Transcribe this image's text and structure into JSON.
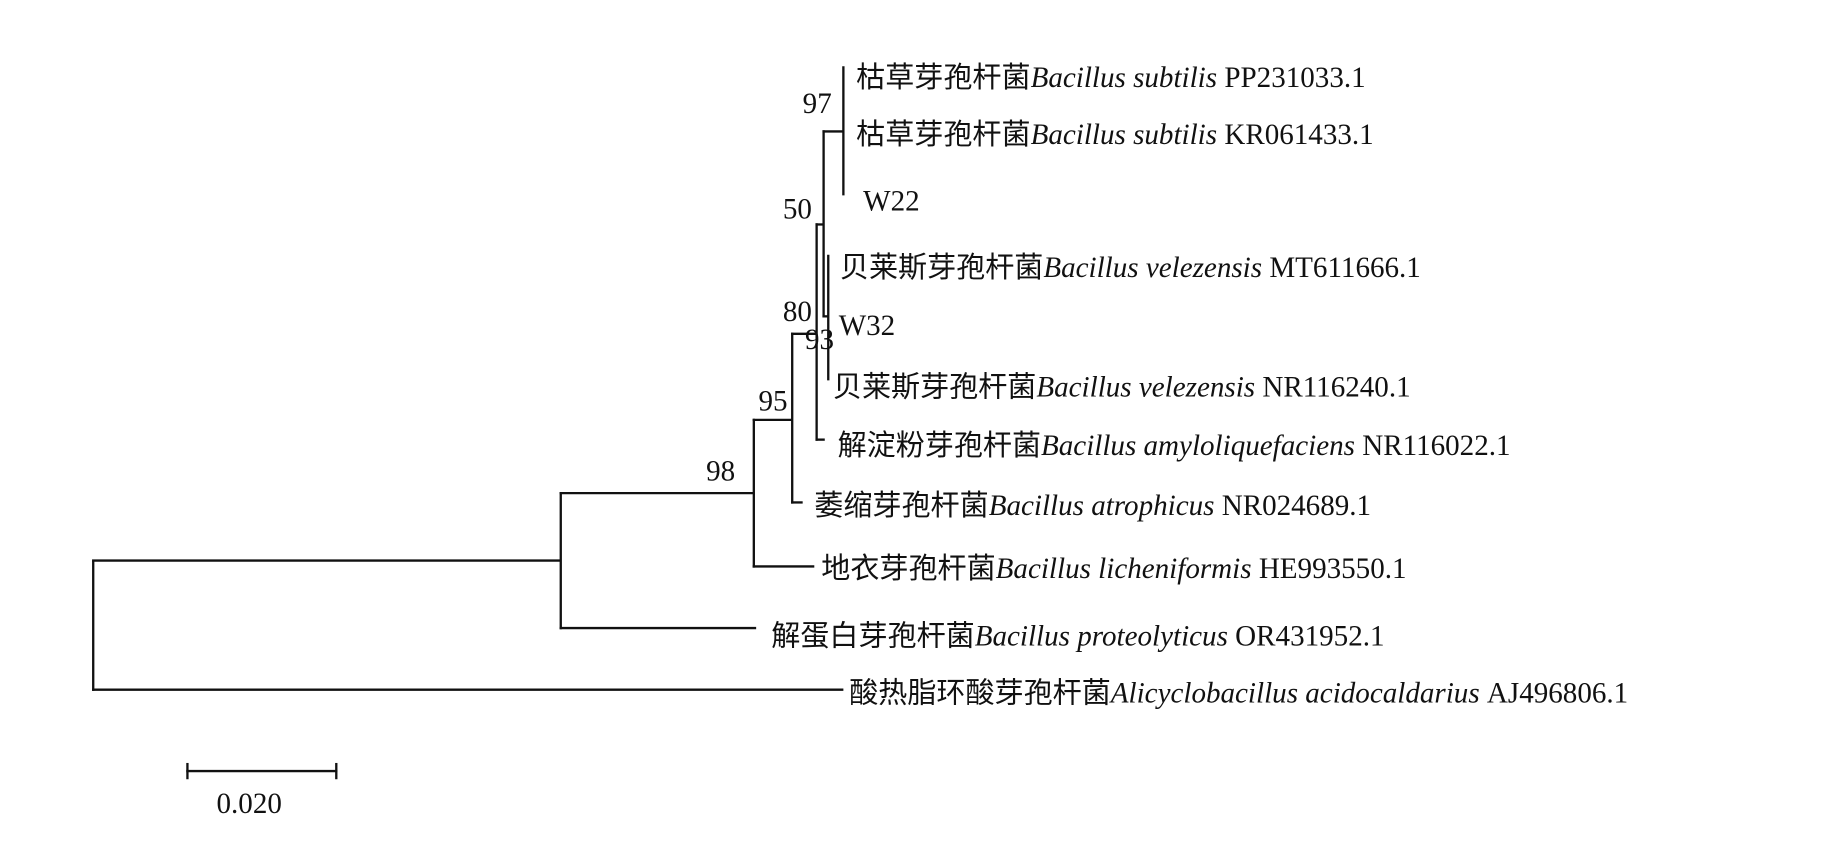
{
  "chart_data": {
    "type": "phylogenetic-tree",
    "leaves": [
      {
        "cn": "枯草芽孢杆菌",
        "species": "Bacillus subtilis",
        "acc": "PP231033.1"
      },
      {
        "cn": "枯草芽孢杆菌",
        "species": "Bacillus subtilis",
        "acc": "KR061433.1"
      },
      {
        "cn": "",
        "species": "",
        "acc": "W22"
      },
      {
        "cn": "贝莱斯芽孢杆菌",
        "species": "Bacillus velezensis",
        "acc": "MT611666.1"
      },
      {
        "cn": "",
        "species": "",
        "acc": "W32"
      },
      {
        "cn": "贝莱斯芽孢杆菌",
        "species": "Bacillus velezensis",
        "acc": "NR116240.1"
      },
      {
        "cn": "解淀粉芽孢杆菌",
        "species": "Bacillus amyloliquefaciens",
        "acc": "NR116022.1"
      },
      {
        "cn": "萎缩芽孢杆菌",
        "species": "Bacillus atrophicus",
        "acc": "NR024689.1"
      },
      {
        "cn": "地衣芽孢杆菌",
        "species": "Bacillus licheniformis",
        "acc": "HE993550.1"
      },
      {
        "cn": "解蛋白芽孢杆菌",
        "species": "Bacillus proteolyticus",
        "acc": "OR431952.1"
      },
      {
        "cn": "酸热脂环酸芽孢杆菌",
        "species": "Alicyclobacillus acidocaldarius",
        "acc": "AJ496806.1"
      }
    ],
    "bootstrap": {
      "n97": "97",
      "n50": "50",
      "n80": "80",
      "n93": "93",
      "n95": "95",
      "n98": "98"
    },
    "scale_bar": {
      "label": "0.020",
      "value": 0.02
    }
  }
}
